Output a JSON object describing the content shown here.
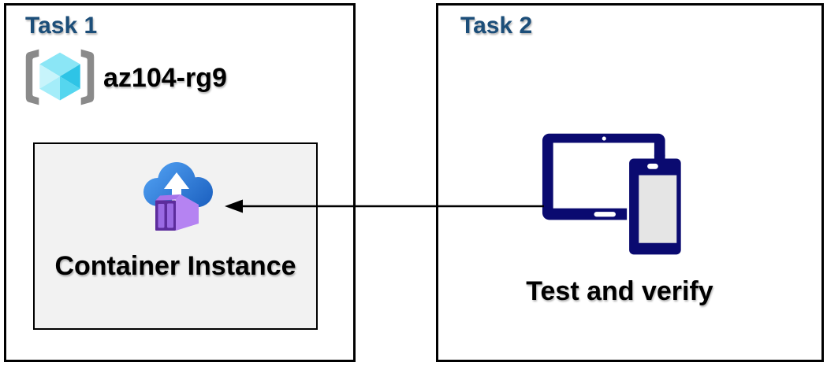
{
  "task1": {
    "title": "Task 1",
    "resource_group_name": "az104-rg9",
    "container_instance_label": "Container Instance"
  },
  "task2": {
    "title": "Task 2",
    "caption": "Test and verify"
  },
  "icons": {
    "resource_group": "azure-resource-group-icon",
    "container_instance": "azure-container-instances-icon",
    "devices": "tablet-and-phone-icon",
    "connector": "left-arrow-connector"
  },
  "colors": {
    "title_blue": "#1C4E79",
    "box_border": "#000000",
    "container_box_fill": "#F2F2F2",
    "device_navy": "#0A0A70",
    "cloud_blue_light": "#4C9BEE",
    "cloud_blue_dark": "#1E63C2",
    "container_purple_front": "#5C2C9C",
    "container_purple_slats": "#9A6AE3",
    "container_purple_side": "#B583F2",
    "cube_cyan_light": "#C7F4FB",
    "cube_cyan_dark": "#2EC4E6",
    "bracket_gray": "#8A8A8A"
  }
}
